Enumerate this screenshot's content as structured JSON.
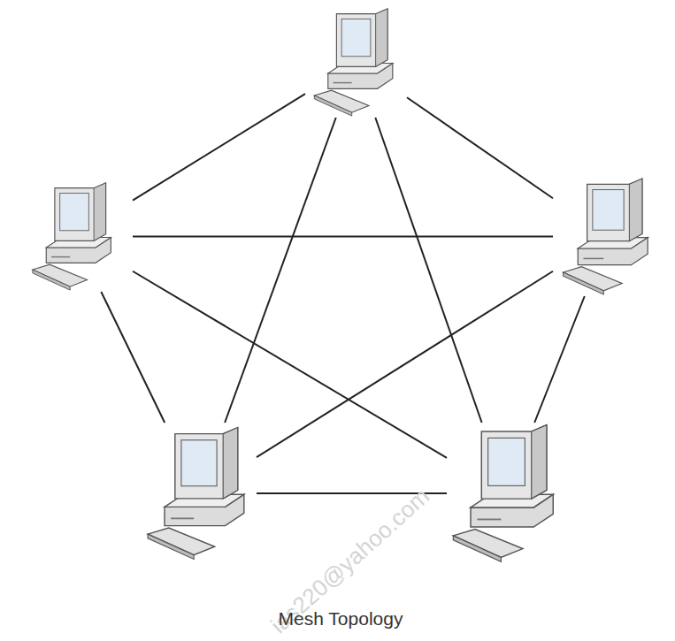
{
  "diagram": {
    "caption": "Mesh Topology",
    "nodes": [
      {
        "text": []
      },
      {
        "text": []
      },
      {
        "text": []
      },
      {
        "text": []
      },
      {
        "text": []
      }
    ],
    "edges": [
      {
        "from": 0,
        "to": 1,
        "arrow": "none"
      },
      {
        "from": 0,
        "to": 2,
        "arrow": "none"
      },
      {
        "from": 0,
        "to": 3,
        "arrow": "none"
      },
      {
        "from": 0,
        "to": 4,
        "arrow": "none"
      },
      {
        "from": 1,
        "to": 2,
        "arrow": "none"
      },
      {
        "from": 1,
        "to": 3,
        "arrow": "none"
      },
      {
        "from": 1,
        "to": 4,
        "arrow": "none"
      },
      {
        "from": 2,
        "to": 3,
        "arrow": "none"
      },
      {
        "from": 2,
        "to": 4,
        "arrow": "none"
      },
      {
        "from": 3,
        "to": 4,
        "arrow": "none"
      }
    ],
    "labels": [
      "ias220@yahoo.com"
    ]
  }
}
